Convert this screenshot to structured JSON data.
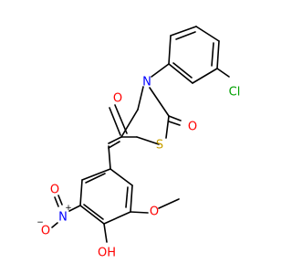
{
  "molecule": {
    "atoms": {
      "cl": {
        "text": "Cl",
        "color": "#00a000"
      },
      "n_thiazolidine": {
        "text": "N",
        "color": "#0000ff"
      },
      "o_c4": {
        "text": "O",
        "color": "#ff0000"
      },
      "o_c2": {
        "text": "O",
        "color": "#ff0000"
      },
      "s_ring": {
        "text": "S",
        "color": "#c8a000"
      },
      "n_nitro": {
        "text": "N",
        "color": "#0000ff"
      },
      "n_nitro_charge": {
        "text": "+"
      },
      "o_nitro_top": {
        "text": "O",
        "color": "#ff0000"
      },
      "o_nitro_minus": {
        "text": "O",
        "color": "#ff0000"
      },
      "o_nitro_charge": {
        "text": "−"
      },
      "oh": {
        "text": "OH",
        "color": "#ff0000"
      },
      "o_methoxy": {
        "text": "O",
        "color": "#ff0000"
      }
    }
  }
}
